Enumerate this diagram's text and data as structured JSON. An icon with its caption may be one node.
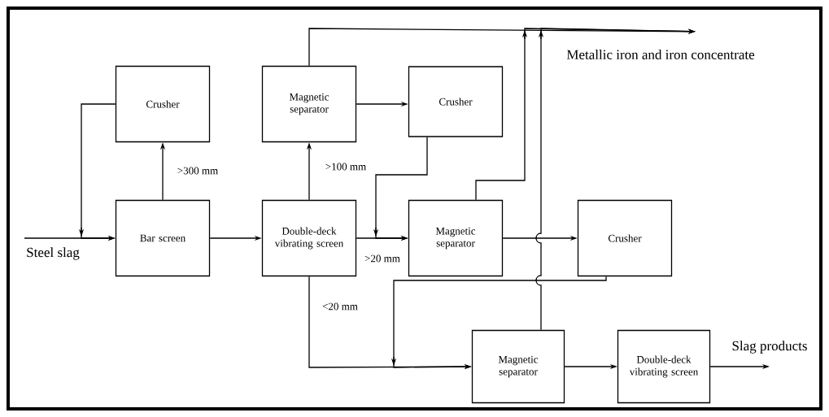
{
  "diagram": {
    "nodes": [
      {
        "text": [
          "Steel slag"
        ]
      },
      {
        "text": [
          "Crusher"
        ]
      },
      {
        "text": [
          "Bar screen"
        ]
      },
      {
        "text": [
          "Magnetic separator"
        ]
      },
      {
        "text": [
          "Double-deck vibrating screen"
        ]
      },
      {
        "text": [
          "Crusher"
        ]
      },
      {
        "text": [
          "Magnetic separator"
        ]
      },
      {
        "text": [
          "Crusher"
        ]
      },
      {
        "text": [
          "Magnetic separator"
        ]
      },
      {
        "text": [
          "Double-deck vibrating screen"
        ]
      },
      {
        "text": [
          "Metallic iron and iron concentrate"
        ]
      },
      {
        "text": [
          "Slag products"
        ]
      }
    ],
    "edges": [
      {
        "from": 0,
        "to": 2,
        "arrow": "to"
      },
      {
        "from": 1,
        "to": 2,
        "arrow": "to"
      },
      {
        "from": 2,
        "to": 1,
        "arrow": "to",
        "label": ">300 mm"
      },
      {
        "from": 2,
        "to": 4,
        "arrow": "to"
      },
      {
        "from": 4,
        "to": 3,
        "arrow": "to",
        "label": ">100 mm"
      },
      {
        "from": 3,
        "to": 5,
        "arrow": "to"
      },
      {
        "from": 3,
        "to": 10,
        "arrow": "to"
      },
      {
        "from": 5,
        "to": 6,
        "arrow": "to"
      },
      {
        "from": 4,
        "to": 6,
        "arrow": "to",
        "label": ">20 mm"
      },
      {
        "from": 6,
        "to": 10,
        "arrow": "to"
      },
      {
        "from": 6,
        "to": 7,
        "arrow": "to"
      },
      {
        "from": 7,
        "to": 8,
        "arrow": "to"
      },
      {
        "from": 4,
        "to": 8,
        "arrow": "to",
        "label": "<20 mm"
      },
      {
        "from": 8,
        "to": 10,
        "arrow": "to"
      },
      {
        "from": 8,
        "to": 9,
        "arrow": "to"
      },
      {
        "from": 9,
        "to": 11,
        "arrow": "to"
      }
    ]
  }
}
